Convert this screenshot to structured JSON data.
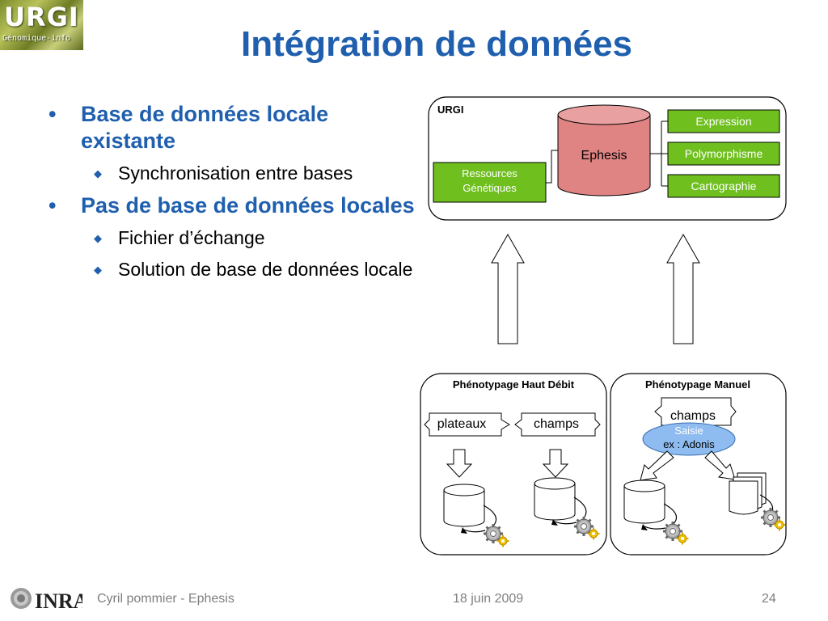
{
  "header": {
    "logo_text": "URGI",
    "logo_subtext": "Génomique-info",
    "title": "Intégration de données"
  },
  "bullets": [
    {
      "text": "Base de données locale existante",
      "sub": [
        "Synchronisation entre bases"
      ]
    },
    {
      "text": "Pas de base de données locales",
      "sub": [
        "Fichier d’échange",
        "Solution de base de données locale"
      ]
    }
  ],
  "diagram": {
    "urgi_panel": {
      "label": "URGI",
      "database": "Ephesis",
      "source": "Ressources Génétiques",
      "outputs": [
        "Expression",
        "Polymorphisme",
        "Cartographie"
      ]
    },
    "panel_hd": {
      "title": "Phénotypage Haut Débit",
      "tags": [
        "plateaux",
        "champs"
      ]
    },
    "panel_manual": {
      "title": "Phénotypage Manuel",
      "tag": "champs",
      "saisie": "Saisie",
      "saisie_example": "ex : Adonis"
    }
  },
  "footer": {
    "logo_text": "INRA",
    "author": "Cyril pommier - Ephesis",
    "date": "18 juin 2009",
    "page": "24"
  },
  "colors": {
    "title": "#1f5fae",
    "green_box": "#6fbf1f",
    "ephesis": "#e08383",
    "saisie": "#8fbcf0"
  }
}
